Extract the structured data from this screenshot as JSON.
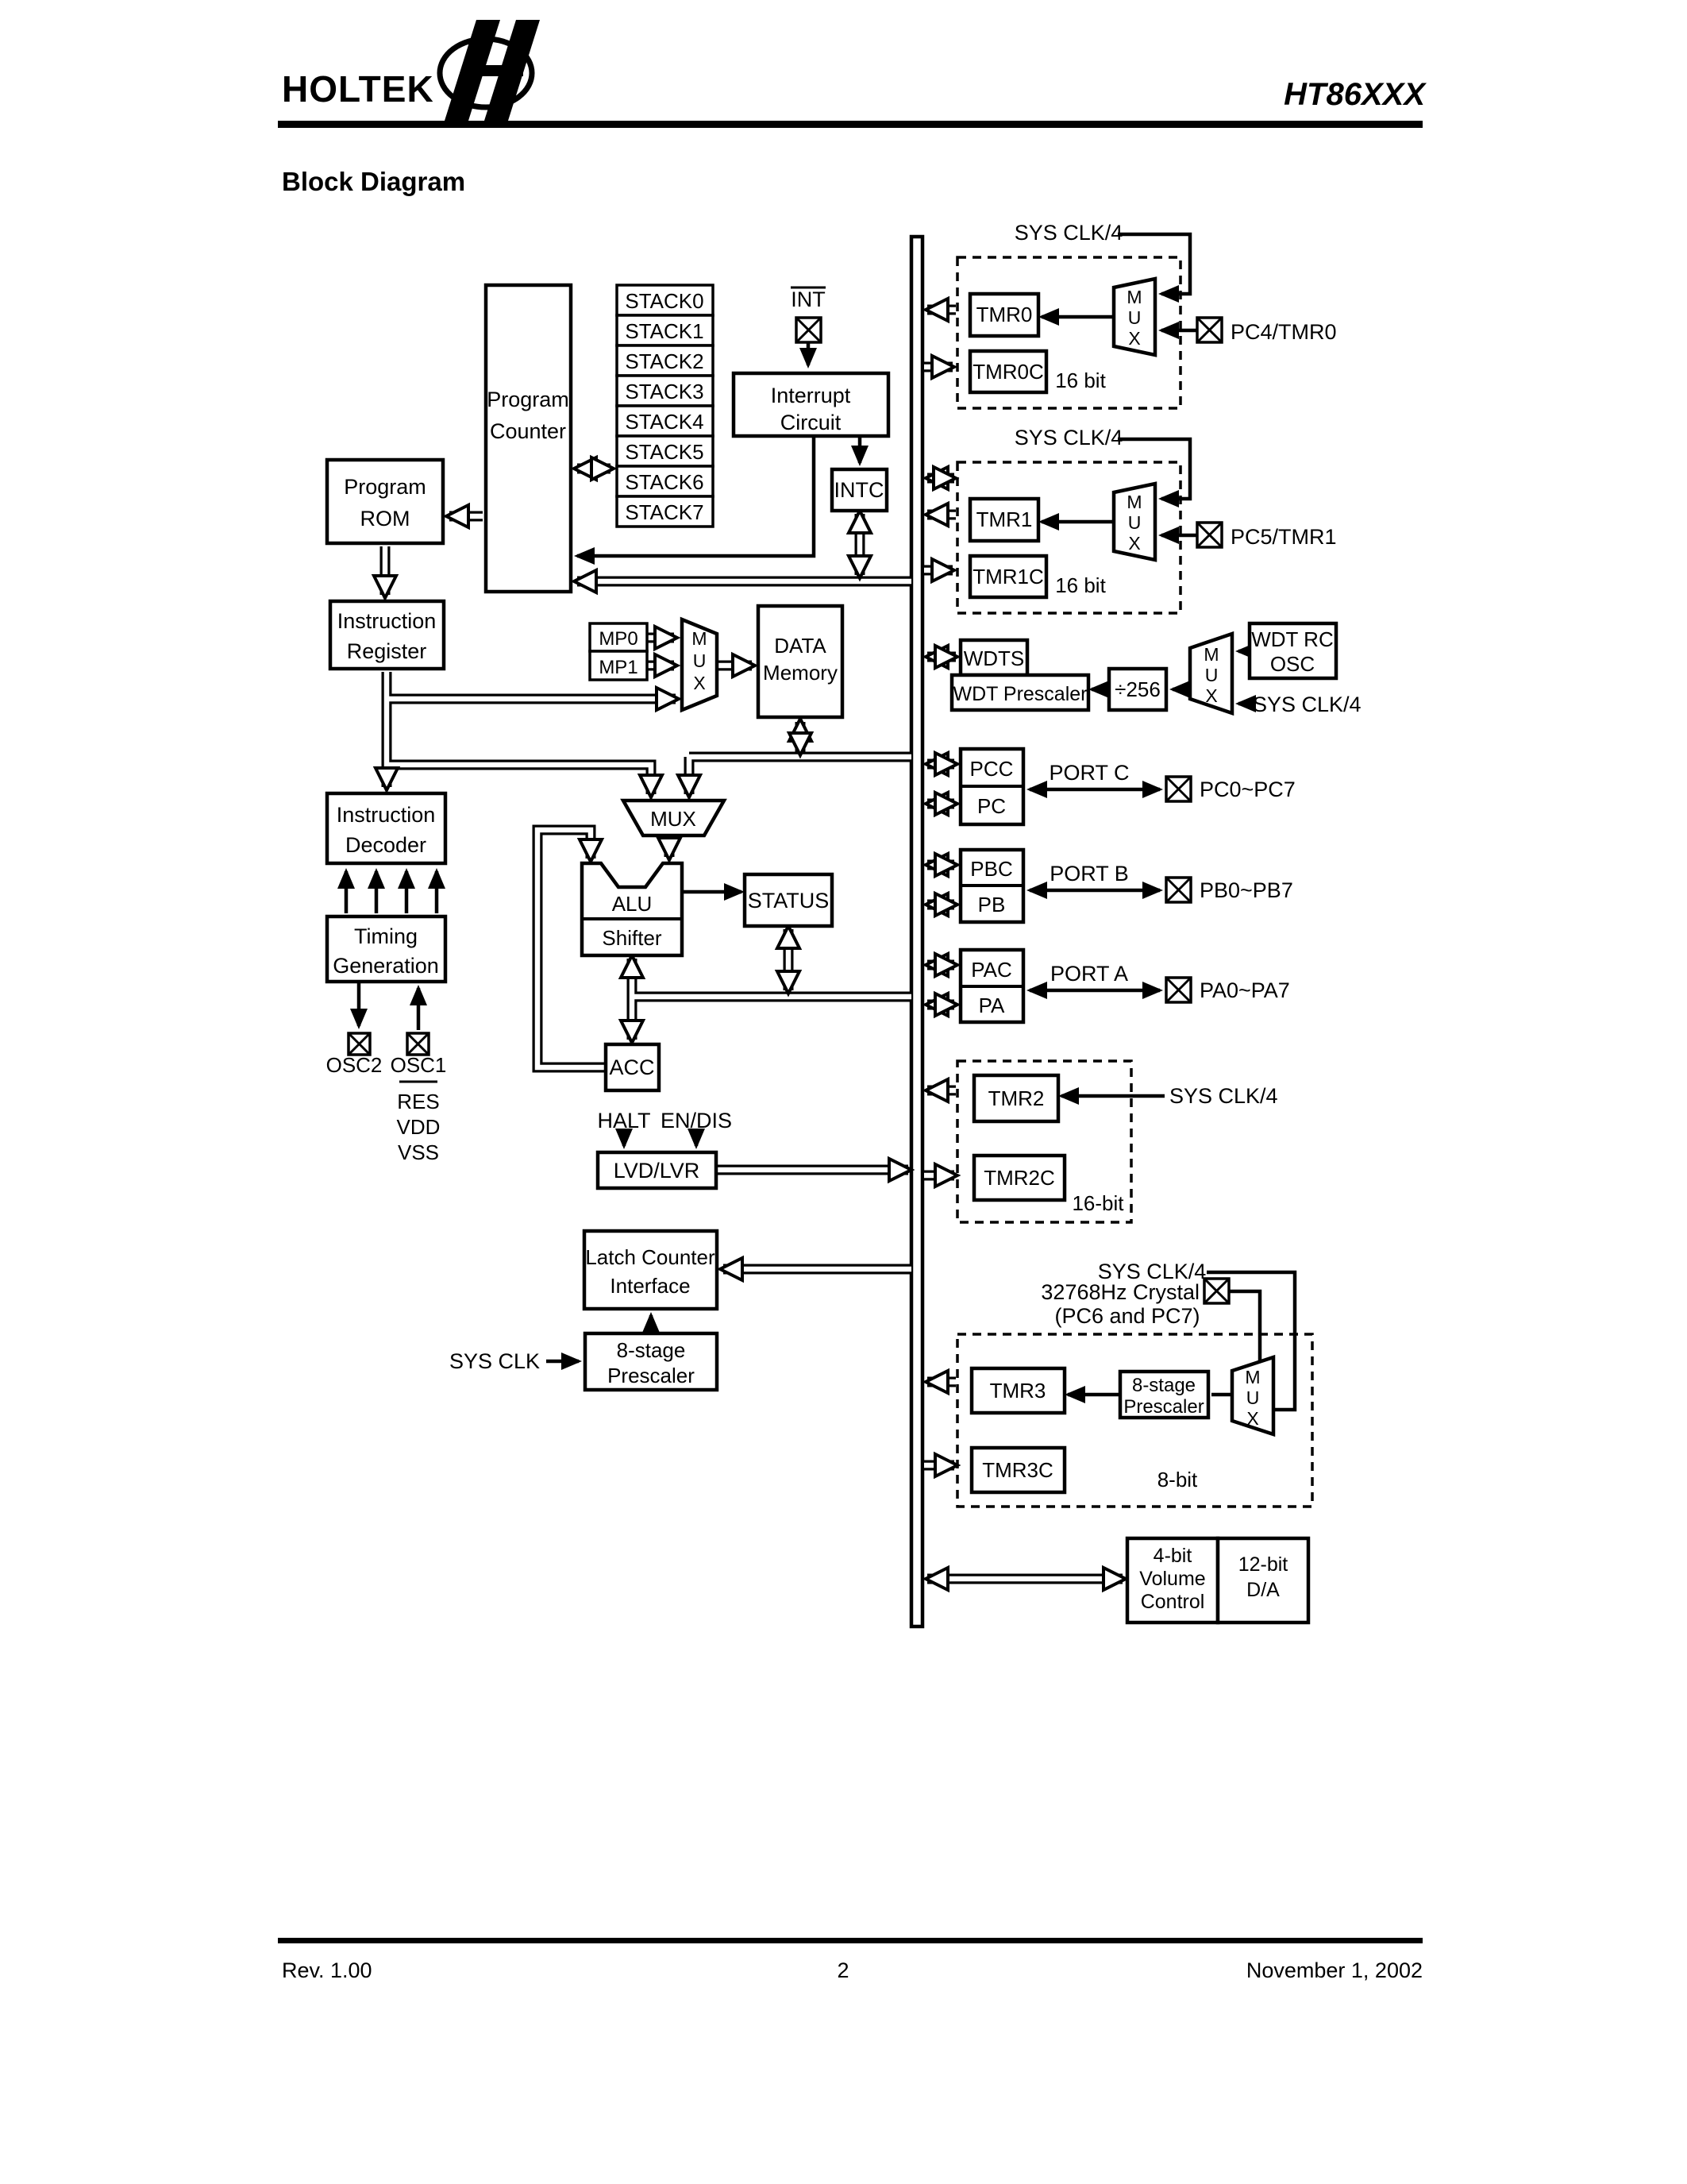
{
  "header": {
    "brand": "HOLTEK",
    "product": "HT86XXX"
  },
  "page_title": "Block Diagram",
  "footer": {
    "revision": "Rev. 1.00",
    "page_number": "2",
    "date": "November 1, 2002"
  },
  "colors": {
    "ink": "#000000",
    "paper": "#ffffff"
  },
  "blocks": {
    "program_counter": {
      "l1": "Program",
      "l2": "Counter"
    },
    "stack": [
      "STACK0",
      "STACK1",
      "STACK2",
      "STACK3",
      "STACK4",
      "STACK5",
      "STACK6",
      "STACK7"
    ],
    "interrupt_circuit": {
      "l1": "Interrupt",
      "l2": "Circuit"
    },
    "intc": "INTC",
    "program_rom": {
      "l1": "Program",
      "l2": "ROM"
    },
    "instruction_register": {
      "l1": "Instruction",
      "l2": "Register"
    },
    "mp0": "MP0",
    "mp1": "MP1",
    "data_memory": {
      "l1": "DATA",
      "l2": "Memory"
    },
    "instruction_decoder": {
      "l1": "Instruction",
      "l2": "Decoder"
    },
    "timing_generation": {
      "l1": "Timing",
      "l2": "Generation"
    },
    "mux": "MUX",
    "mux_letters": {
      "m": "M",
      "u": "U",
      "x": "X"
    },
    "alu": "ALU",
    "shifter": "Shifter",
    "status": "STATUS",
    "acc": "ACC",
    "lvd_lvr": "LVD/LVR",
    "latch_counter": {
      "l1": "Latch Counter",
      "l2": "Interface"
    },
    "prescaler_8stage": {
      "l1": "8-stage",
      "l2": "Prescaler"
    },
    "wdts": "WDTS",
    "wdt_prescaler": "WDT Prescaler",
    "div256": "÷256",
    "wdt_rc_osc": {
      "l1": "WDT RC",
      "l2": "OSC"
    },
    "tmr0": "TMR0",
    "tmr0c": "TMR0C",
    "tmr1": "TMR1",
    "tmr1c": "TMR1C",
    "tmr2": "TMR2",
    "tmr2c": "TMR2C",
    "tmr3": "TMR3",
    "tmr3c": "TMR3C",
    "volume_control": {
      "l1": "4-bit",
      "l2": "Volume",
      "l3": "Control"
    },
    "da": {
      "l1": "12-bit",
      "l2": "D/A"
    },
    "pcc": "PCC",
    "pc": "PC",
    "pbc": "PBC",
    "pb": "PB",
    "pac": "PAC",
    "pa": "PA"
  },
  "signals": {
    "int": "INT",
    "sys_clk": "SYS CLK",
    "sys_clk4": "SYS CLK/4",
    "halt": "HALT",
    "en_dis": "EN/DIS",
    "osc1": "OSC1",
    "osc2": "OSC2",
    "res": "RES",
    "vdd": "VDD",
    "vss": "VSS",
    "pc4_tmr0": "PC4/TMR0",
    "pc5_tmr1": "PC5/TMR1",
    "port_c": "PORT C",
    "port_b": "PORT B",
    "port_a": "PORT A",
    "pc_range": "PC0~PC7",
    "pb_range": "PB0~PB7",
    "pa_range": "PA0~PA7",
    "crystal": "32768Hz Crystal",
    "crystal_pins": "(PC6 and PC7)",
    "bit16": "16 bit",
    "bit16_hyphen": "16-bit",
    "bit8": "8-bit"
  }
}
